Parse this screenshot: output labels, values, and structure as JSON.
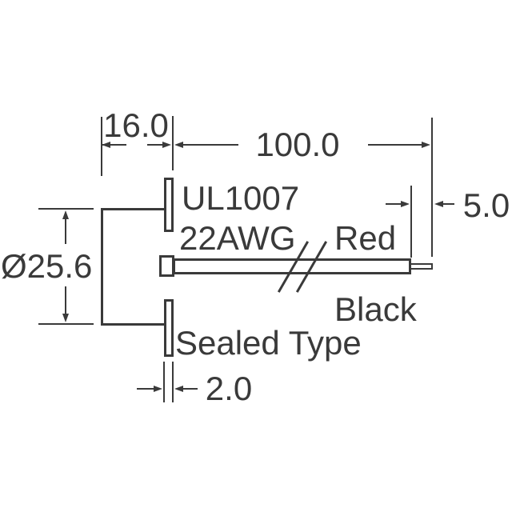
{
  "drawing": {
    "title": "buzzer-dimension-drawing",
    "dimensions": {
      "housing_depth": "16.0",
      "wire_length": "100.0",
      "lead_length": "5.0",
      "diameter": "Ø25.6",
      "flange_thickness": "2.0"
    },
    "labels": {
      "wire_spec_line1": "UL1007",
      "wire_spec_line2": "22AWG",
      "positive_wire": "Red",
      "negative_wire": "Black",
      "type_note": "Sealed Type"
    },
    "colors": {
      "ink": "#3a3a3a",
      "background": "#ffffff"
    }
  }
}
